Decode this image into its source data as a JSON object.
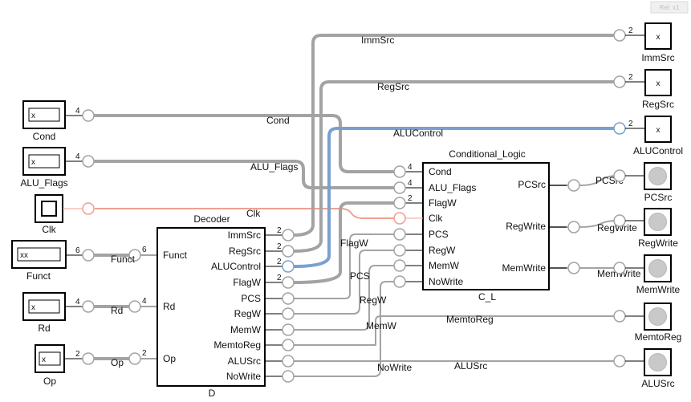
{
  "corner_badge": "Rel: x1",
  "inputs": [
    {
      "name": "Cond",
      "bits": "4",
      "value": "x"
    },
    {
      "name": "ALU_Flags",
      "bits": "4",
      "value": "x"
    },
    {
      "name": "Clk",
      "bits": "",
      "value": ""
    },
    {
      "name": "Funct",
      "bits": "6",
      "value": "xx"
    },
    {
      "name": "Rd",
      "bits": "4",
      "value": "x"
    },
    {
      "name": "Op",
      "bits": "2",
      "value": "x"
    }
  ],
  "decoder": {
    "title": "Decoder",
    "instance": "D",
    "inputs": [
      {
        "name": "Funct",
        "bits": "6"
      },
      {
        "name": "Rd",
        "bits": "4"
      },
      {
        "name": "Op",
        "bits": "2"
      }
    ],
    "outputs": [
      {
        "name": "ImmSrc",
        "bits": "2"
      },
      {
        "name": "RegSrc",
        "bits": "2"
      },
      {
        "name": "ALUControl",
        "bits": "2"
      },
      {
        "name": "FlagW",
        "bits": "2"
      },
      {
        "name": "PCS",
        "bits": ""
      },
      {
        "name": "RegW",
        "bits": ""
      },
      {
        "name": "MemW",
        "bits": ""
      },
      {
        "name": "MemtoReg",
        "bits": ""
      },
      {
        "name": "ALUSrc",
        "bits": ""
      },
      {
        "name": "NoWrite",
        "bits": ""
      }
    ]
  },
  "logic": {
    "title": "Conditional_Logic",
    "instance": "C_L",
    "inputs": [
      {
        "name": "Cond",
        "bits": "4"
      },
      {
        "name": "ALU_Flags",
        "bits": "4"
      },
      {
        "name": "FlagW",
        "bits": "2"
      },
      {
        "name": "Clk",
        "bits": ""
      },
      {
        "name": "PCS",
        "bits": ""
      },
      {
        "name": "RegW",
        "bits": ""
      },
      {
        "name": "MemW",
        "bits": ""
      },
      {
        "name": "NoWrite",
        "bits": ""
      }
    ],
    "outputs": [
      {
        "name": "PCSrc"
      },
      {
        "name": "RegWrite"
      },
      {
        "name": "MemWrite"
      }
    ]
  },
  "outputs": [
    {
      "name": "ImmSrc",
      "bits": "2",
      "value": "x"
    },
    {
      "name": "RegSrc",
      "bits": "2",
      "value": "x"
    },
    {
      "name": "ALUControl",
      "bits": "2",
      "value": "x"
    },
    {
      "name": "PCSrc"
    },
    {
      "name": "RegWrite"
    },
    {
      "name": "MemWrite"
    },
    {
      "name": "MemtoReg"
    },
    {
      "name": "ALUSrc"
    }
  ],
  "wire_labels": [
    "ImmSrc",
    "RegSrc",
    "Cond",
    "ALUControl",
    "ALU_Flags",
    "Clk",
    "Funct",
    "Rd",
    "Op",
    "FlagW",
    "PCS",
    "RegW",
    "MemW",
    "NoWrite",
    "MemtoReg",
    "ALUSrc",
    "PCSrc",
    "RegWrite",
    "MemWrite"
  ],
  "colors": {
    "wire": "#a3a3a3",
    "bus_blue": "#7aa0cf",
    "clock_wire": "#f0a090",
    "disc": "#c9c9c9"
  }
}
